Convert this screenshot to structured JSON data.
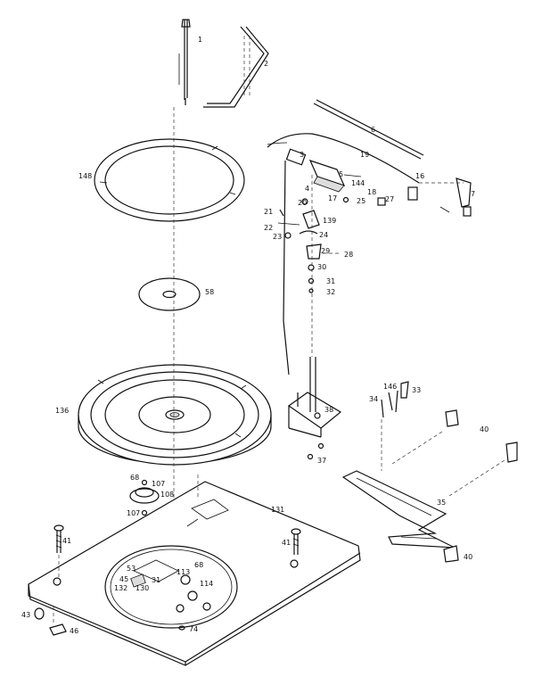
{
  "labels": [
    "1",
    "2",
    "6",
    "3",
    "19",
    "5",
    "144",
    "4",
    "17",
    "18",
    "25",
    "27",
    "16",
    "7",
    "148",
    "20",
    "21",
    "22",
    "23",
    "139",
    "24",
    "29",
    "28",
    "30",
    "31",
    "32",
    "58",
    "136",
    "146",
    "33",
    "34",
    "38",
    "40",
    "68",
    "107",
    "108",
    "37",
    "35",
    "131",
    "41",
    "53",
    "45",
    "132",
    "130",
    "113",
    "114",
    "43",
    "46",
    "74"
  ]
}
